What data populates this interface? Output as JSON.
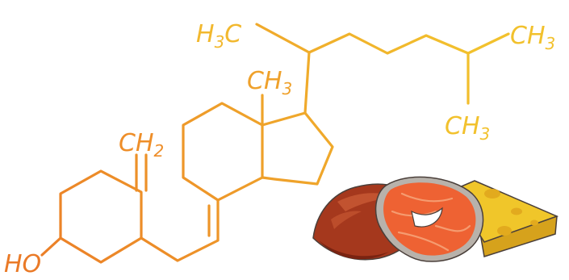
{
  "colors": {
    "skeleton_gradient_start": "#eb7d27",
    "skeleton_gradient_end": "#f2c12d",
    "liver_dark": "#7a2311",
    "liver": "#a5381d",
    "liver_light": "#c25330",
    "salmon": "#ee6233",
    "salmon_light": "#f59b70",
    "salmon_skin": "#b8b2ab",
    "cheese": "#f0c62a",
    "cheese_shade": "#d6a21c",
    "cheese_hole": "#e2aa1e",
    "outline": "#4a3f3a"
  },
  "labels": {
    "h3c": {
      "main": "H",
      "sub": "3",
      "tail": "C"
    },
    "ch3_right": {
      "main": "CH",
      "sub": "3"
    },
    "ch3_lower": {
      "main": "CH",
      "sub": "3"
    },
    "ch3_center": {
      "main": "CH",
      "sub": "3"
    },
    "ch2": {
      "main": "CH",
      "sub": "2"
    },
    "ho": "HO"
  },
  "food_items": [
    {
      "name": "liver",
      "icon": "liver-icon"
    },
    {
      "name": "salmon steak",
      "icon": "salmon-steak-icon"
    },
    {
      "name": "cheese",
      "icon": "cheese-icon"
    }
  ]
}
